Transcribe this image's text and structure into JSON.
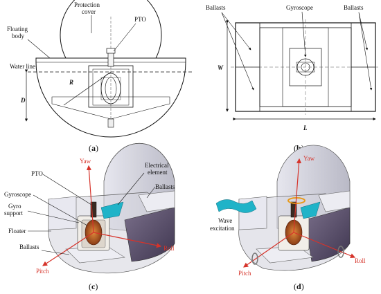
{
  "panels": {
    "a": {
      "caption_open": "(",
      "caption_letter": "a",
      "caption_close": ")",
      "labels": {
        "protection_cover_1": "Protection",
        "protection_cover_2": "cover",
        "pto": "PTO",
        "floating_body_1": "Floating",
        "floating_body_2": "body",
        "water_line": "Water line",
        "r": "R",
        "d": "D"
      }
    },
    "b": {
      "caption_open": "(",
      "caption_letter": "b",
      "caption_close": ")",
      "labels": {
        "ballasts_left": "Ballasts",
        "gyroscope": "Gyroscope",
        "ballasts_right": "Ballasts",
        "w": "W",
        "l": "L"
      }
    },
    "c": {
      "caption_open": "(",
      "caption_letter": "c",
      "caption_close": ")",
      "labels": {
        "yaw": "Yaw",
        "electrical_1": "Electrical",
        "electrical_2": "element",
        "pto": "PTO",
        "ballasts_top": "Ballasts",
        "gyroscope": "Gyroscope",
        "gyro_support_1": "Gyro",
        "gyro_support_2": "support",
        "floater": "Floater",
        "ballasts_bottom": "Ballasts",
        "roll": "Roll",
        "pitch": "Pitch"
      }
    },
    "d": {
      "caption_open": "(",
      "caption_letter": "d",
      "caption_close": ")",
      "labels": {
        "yaw": "Yaw",
        "wave_1": "Wave",
        "wave_2": "excitation",
        "roll": "Roll",
        "pitch": "Pitch"
      }
    }
  },
  "colors": {
    "axis_red": "#d6332a",
    "wave_cyan": "#1fb3c8",
    "hull_gray": "#c9c9d2",
    "hull_dark": "#5a4f6b",
    "rotor_orange": "#b5521d"
  }
}
